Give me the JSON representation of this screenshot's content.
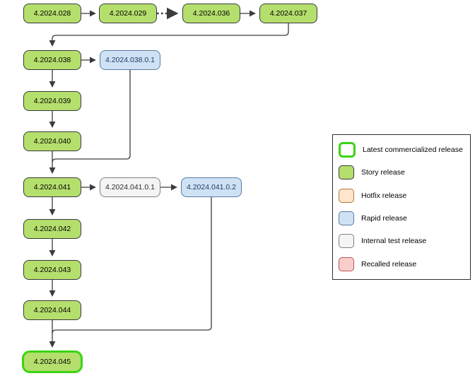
{
  "diagram": {
    "nodes": [
      {
        "label": "4.2024.028",
        "type": "story"
      },
      {
        "label": "4.2024.029",
        "type": "story"
      },
      {
        "label": "4.2024.036",
        "type": "story"
      },
      {
        "label": "4.2024.037",
        "type": "story"
      },
      {
        "label": "4.2024.038",
        "type": "story"
      },
      {
        "label": "4.2024.038.0.1",
        "type": "rapid"
      },
      {
        "label": "4.2024.039",
        "type": "story"
      },
      {
        "label": "4.2024.040",
        "type": "story"
      },
      {
        "label": "4.2024.041",
        "type": "story"
      },
      {
        "label": "4.2024.041.0.1",
        "type": "internal-test"
      },
      {
        "label": "4.2024.041.0.2",
        "type": "rapid"
      },
      {
        "label": "4.2024.042",
        "type": "story"
      },
      {
        "label": "4.2024.043",
        "type": "story"
      },
      {
        "label": "4.2024.044",
        "type": "story"
      },
      {
        "label": "4.2024.045",
        "type": "story-latest-commercialized"
      }
    ],
    "edges": [
      {
        "from": "4.2024.028",
        "to": "4.2024.029",
        "style": "solid"
      },
      {
        "from": "4.2024.029",
        "to": "4.2024.036",
        "style": "dotted"
      },
      {
        "from": "4.2024.036",
        "to": "4.2024.037",
        "style": "solid"
      },
      {
        "from": "4.2024.037",
        "to": "4.2024.038",
        "style": "solid"
      },
      {
        "from": "4.2024.038",
        "to": "4.2024.038.0.1",
        "style": "solid"
      },
      {
        "from": "4.2024.038",
        "to": "4.2024.039",
        "style": "solid"
      },
      {
        "from": "4.2024.039",
        "to": "4.2024.040",
        "style": "solid"
      },
      {
        "from": "4.2024.040",
        "to": "4.2024.041",
        "style": "solid"
      },
      {
        "from": "4.2024.038.0.1",
        "to": "4.2024.041",
        "style": "solid"
      },
      {
        "from": "4.2024.041",
        "to": "4.2024.041.0.1",
        "style": "solid"
      },
      {
        "from": "4.2024.041.0.1",
        "to": "4.2024.041.0.2",
        "style": "solid"
      },
      {
        "from": "4.2024.041",
        "to": "4.2024.042",
        "style": "solid"
      },
      {
        "from": "4.2024.042",
        "to": "4.2024.043",
        "style": "solid"
      },
      {
        "from": "4.2024.043",
        "to": "4.2024.044",
        "style": "solid"
      },
      {
        "from": "4.2024.044",
        "to": "4.2024.045",
        "style": "solid"
      },
      {
        "from": "4.2024.041.0.2",
        "to": "4.2024.045",
        "style": "solid"
      }
    ]
  },
  "legend": {
    "items": [
      {
        "label": "Latest commercialized release",
        "type": "latest"
      },
      {
        "label": "Story release",
        "type": "story"
      },
      {
        "label": "Hotfix release",
        "type": "hotfix"
      },
      {
        "label": "Rapid release",
        "type": "rapid"
      },
      {
        "label": "Internal test release",
        "type": "internal"
      },
      {
        "label": "Recalled release",
        "type": "recalled"
      }
    ]
  },
  "colors": {
    "story_fill": "#b5df6d",
    "story_border": "#37393b",
    "rapid_fill": "#cfe2f5",
    "rapid_border": "#5b7a9e",
    "internal_fill": "#f4f4f4",
    "internal_border": "#7f7f7f",
    "hotfix_fill": "#ffe6cc",
    "hotfix_border": "#b0793c",
    "recalled_fill": "#f8cecc",
    "recalled_border": "#b85450",
    "latest_border": "#3bd414",
    "line_color": "#3c3c3c"
  }
}
